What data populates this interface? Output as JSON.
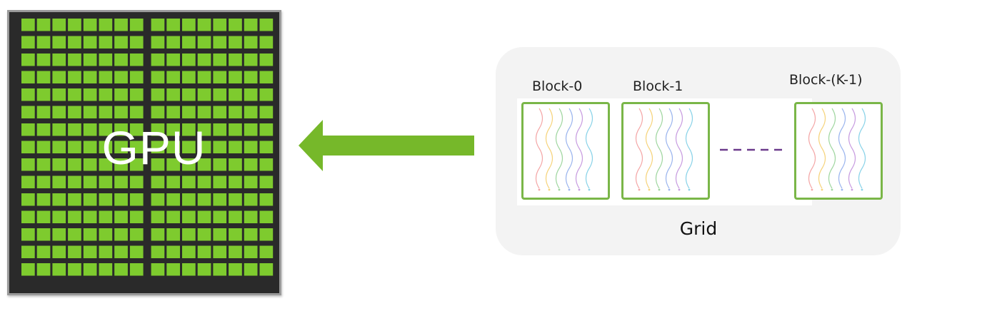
{
  "gpu": {
    "label": "GPU",
    "core_color": "#7ecb2e",
    "columns_per_side": 8,
    "rows": 15
  },
  "arrow": {
    "color": "#76b82a",
    "direction": "left"
  },
  "grid": {
    "label": "Grid",
    "blocks": [
      {
        "label": "Block-0"
      },
      {
        "label": "Block-1"
      },
      {
        "label": "Block-(K-1)"
      }
    ],
    "ellipsis_color": "#6b3a8c",
    "thread_colors": [
      "#f4a6a6",
      "#f6d37a",
      "#9fd69f",
      "#9ab4ee",
      "#c79be0",
      "#88d2e8"
    ]
  }
}
